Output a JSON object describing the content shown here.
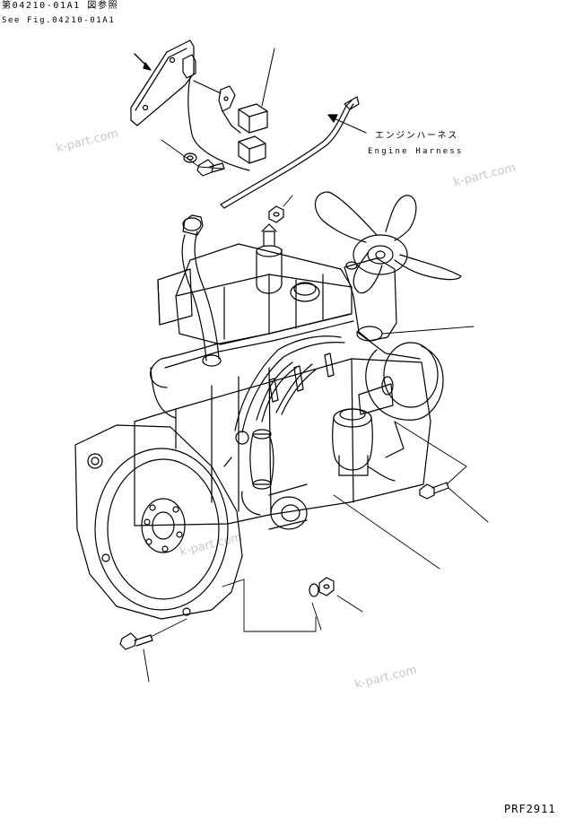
{
  "header": {
    "ref_jp": "第04210-01A1 図参照",
    "ref_en": "See Fig.04210-01A1"
  },
  "callout": {
    "jp": "エンジンハーネス",
    "en": "Engine Harness"
  },
  "watermarks": [
    "k-part.com",
    "k-part.com",
    "k-part.com",
    "k-part.com"
  ],
  "footer": {
    "code": "PRF2911"
  }
}
